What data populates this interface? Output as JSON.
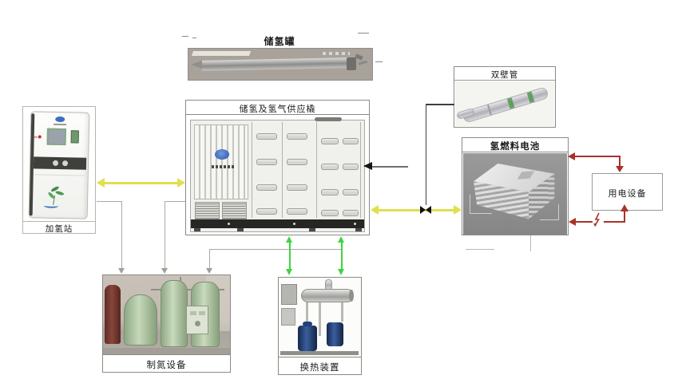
{
  "nodes": {
    "hydrogen_tank": {
      "label": "储氢罐"
    },
    "storage_skid": {
      "label": "储氢及氢气供应橇"
    },
    "double_wall_pipe": {
      "label": "双壁管"
    },
    "fuel_cell": {
      "label": "氢燃料电池"
    },
    "power_equipment": {
      "label": "用电设备"
    },
    "refueling_station": {
      "label": "加氢站"
    },
    "nitrogen_equipment": {
      "label": "制氮设备"
    },
    "heat_exchanger": {
      "label": "换热装置"
    }
  },
  "connections": [
    {
      "from": "refueling_station",
      "to": "storage_skid",
      "color": "#e0e04e",
      "style": "double-arrow",
      "meaning": "hydrogen"
    },
    {
      "from": "storage_skid",
      "to": "fuel_cell",
      "color": "#e0e04e",
      "style": "double-arrow",
      "via": "valve",
      "meaning": "hydrogen"
    },
    {
      "from": "double_wall_pipe",
      "to": "valve-on-hydrogen-line",
      "color": "#3d3d3d",
      "style": "plain"
    },
    {
      "from": "storage_skid",
      "to": "heat_exchanger",
      "color": "#3fd43f",
      "style": "double-arrow",
      "count": 2,
      "meaning": "heat exchange"
    },
    {
      "from": "refueling_station",
      "to": "nitrogen_equipment",
      "color": "#a9a9a4",
      "style": "arrow-down"
    },
    {
      "from": "storage_skid",
      "to": "nitrogen_equipment",
      "color": "#a9a9a4",
      "style": "arrow-down",
      "count": 2
    },
    {
      "from": "fuel_cell",
      "to": "power_equipment",
      "color": "#a8322a",
      "style": "double-arrow",
      "count": 2,
      "note": "lower line carries lightning symbol"
    },
    {
      "from": "right-side",
      "to": "storage_skid",
      "color": "#111111",
      "style": "black-arrow-inlet"
    }
  ],
  "colors": {
    "hydrogen_line": "#e0e04e",
    "coolant_line": "#3fd43f",
    "power_line": "#a8322a",
    "nitrogen_line": "#a9a9a4",
    "pipe_link_line": "#3d3d3d",
    "inlet_arrow": "#111111"
  },
  "icons": {
    "valve-icon": "black bowtie valve on hydrogen line",
    "lightning-icon": "red electric bolt crossing power line",
    "arrowhead": "solid triangle flow arrow"
  }
}
